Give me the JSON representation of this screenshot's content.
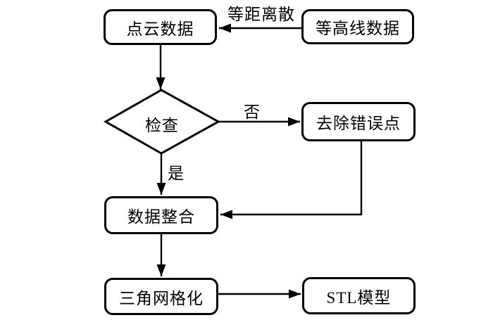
{
  "diagram": {
    "background_color": "#ffffff",
    "stroke_color": "#000000",
    "nodes": {
      "point_cloud": "点云数据",
      "contour": "等高线数据",
      "check": "检查",
      "remove_errors": "去除错误点",
      "integrate": "数据整合",
      "triangulate": "三角网格化",
      "stl": "STL模型"
    },
    "edge_labels": {
      "equidistant": "等距离散",
      "no": "否",
      "yes": "是"
    }
  }
}
